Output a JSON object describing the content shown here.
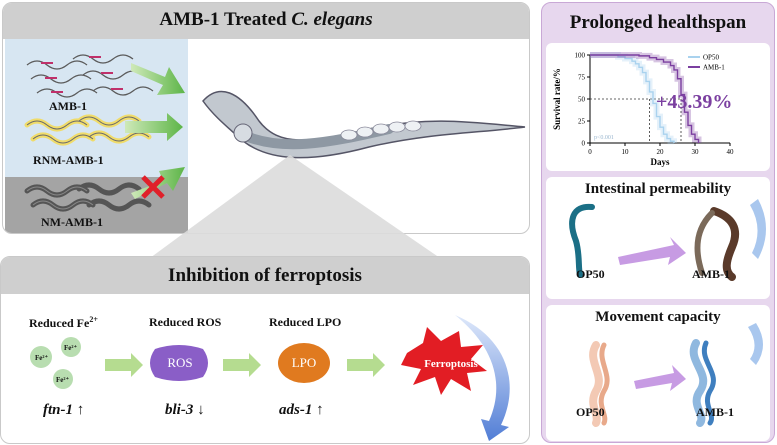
{
  "top_panel": {
    "title_main": "AMB-1 Treated ",
    "title_italic": "C. elegans",
    "bacteria": [
      {
        "label": "AMB-1"
      },
      {
        "label": "RNM-AMB-1"
      },
      {
        "label": "NM-AMB-1"
      }
    ]
  },
  "bottom_panel": {
    "title": "Inhibition of ferroptosis",
    "steps": [
      {
        "label_prefix": "Reduced Fe",
        "label_sup": "2+",
        "gene": "ftn-1",
        "direction": "↑"
      },
      {
        "label": "Reduced ROS",
        "badge": "ROS",
        "gene": "bli-3",
        "direction": "↓"
      },
      {
        "label": "Reduced LPO",
        "badge": "LPO",
        "gene": "ads-1",
        "direction": "↑"
      }
    ],
    "fe_particles": [
      "Fe²⁺",
      "Fe²⁺",
      "Fe²⁺"
    ],
    "burst_label": "Ferroptosis"
  },
  "right_panel": {
    "title": "Prolonged healthspan",
    "improvement": "+43.39%",
    "permeability": {
      "title": "Intestinal permeability",
      "left": "OP50",
      "right": "AMB-1"
    },
    "movement": {
      "title": "Movement capacity",
      "left": "OP50",
      "right": "AMB-1"
    }
  },
  "chart_data": {
    "type": "line",
    "ylabel": "Survival rate/%",
    "xlabel": "Days",
    "xlim": [
      0,
      40
    ],
    "ylim": [
      0,
      100
    ],
    "xticks": [
      "0",
      "10",
      "20",
      "30",
      "40"
    ],
    "yticks": [
      "0",
      "25",
      "50",
      "75",
      "100"
    ],
    "annotation": "p<0.001",
    "legend_position": "top-right",
    "series": [
      {
        "name": "OP50",
        "color": "#a9d2ee",
        "points": [
          [
            0,
            100
          ],
          [
            5,
            100
          ],
          [
            8,
            98
          ],
          [
            10,
            96
          ],
          [
            12,
            93
          ],
          [
            13,
            90
          ],
          [
            14,
            86
          ],
          [
            15,
            80
          ],
          [
            16,
            70
          ],
          [
            17,
            58
          ],
          [
            18,
            45
          ],
          [
            19,
            30
          ],
          [
            20,
            18
          ],
          [
            21,
            10
          ],
          [
            22,
            5
          ],
          [
            23,
            2
          ],
          [
            24,
            0
          ]
        ]
      },
      {
        "name": "AMB-1",
        "color": "#7b3fa0",
        "points": [
          [
            0,
            100
          ],
          [
            10,
            100
          ],
          [
            14,
            99
          ],
          [
            17,
            97
          ],
          [
            19,
            95
          ],
          [
            21,
            92
          ],
          [
            23,
            88
          ],
          [
            24,
            83
          ],
          [
            25,
            73
          ],
          [
            26,
            55
          ],
          [
            27,
            35
          ],
          [
            28,
            20
          ],
          [
            29,
            10
          ],
          [
            30,
            4
          ],
          [
            31,
            0
          ]
        ]
      }
    ],
    "median_lines": [
      {
        "series": "OP50",
        "x": 17,
        "y": 50
      },
      {
        "series": "AMB-1",
        "x": 26,
        "y": 50
      }
    ]
  }
}
